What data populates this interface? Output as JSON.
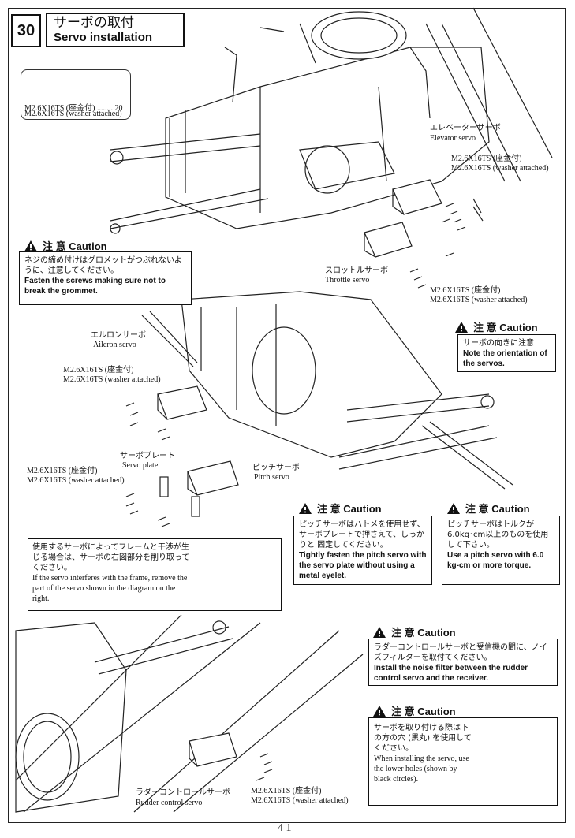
{
  "step": {
    "number": "30",
    "title_jp": "サーボの取付",
    "title_en": "Servo installation"
  },
  "parts": {
    "line1": "M2.6X16TS (座金付) ........ 20",
    "line2": "M2.6X16TS (washer attached)"
  },
  "labels": {
    "elevator_jp": "エレベーターサーボ",
    "elevator_en": "Elevator servo",
    "screw_elev_jp": "M2.6X16TS (座金付)",
    "screw_elev_en": "M2.6X16TS (washer attached)",
    "throttle_jp": "スロットルサーボ",
    "throttle_en": "Throttle servo",
    "screw_thr_jp": "M2.6X16TS (座金付)",
    "screw_thr_en": "M2.6X16TS (washer attached)",
    "aileron_jp": "エルロンサーボ",
    "aileron_en": "Aileron servo",
    "screw_ail_jp": "M2.6X16TS (座金付)",
    "screw_ail_en": "M2.6X16TS (washer attached)",
    "plate_jp": "サーボプレート",
    "plate_en": "Servo plate",
    "pitch_jp": "ピッチサーボ",
    "pitch_en": "Pitch servo",
    "screw_pitch_jp": "M2.6X16TS (座金付)",
    "screw_pitch_en": "M2.6X16TS (washer attached)",
    "rudder_jp": "ラダーコントロールサーボ",
    "rudder_en": "Rudder control servo",
    "screw_rud_jp": "M2.6X16TS (座金付)",
    "screw_rud_en": "M2.6X16TS (washer attached)"
  },
  "caution_heading": "注 意  Caution",
  "cautions": {
    "grommet": {
      "jp": "ネジの締め付けはグロメットがつぶれないように、注意してください。",
      "en": "Fasten the screws making sure not to break the grommet."
    },
    "orientation": {
      "jp": "サーボの向きに注意",
      "en": "Note the orientation of the servos."
    },
    "pitch_plate": {
      "jp": "ピッチサーボはハトメを使用せず、サーボプレートで押さえて、しっかりと 固定してください。",
      "en": "Tightly fasten the pitch servo with the servo plate without using a metal eyelet."
    },
    "torque": {
      "jp": "ピッチサーボはトルクが6.0kg･cm以上のものを使用して下さい。",
      "en": "Use a pitch servo with 6.0 kg-cm or more torque."
    },
    "noise": {
      "jp": "ラダーコントロールサーボと受信機の間に、ノイズフィルターを取付てください。",
      "en": "Install the noise filter between the rudder control servo and the receiver."
    },
    "lower_holes": {
      "jp": "サーボを取り付ける際は下の方の穴 (黒丸) を使用してください。",
      "en": "When installing the servo, use the lower holes (shown by black circles)."
    }
  },
  "interference": {
    "jp": "使用するサーボによってフレームと干渉が生じる場合は、サーボの右図部分を削り取ってください。",
    "en": "If the servo interferes with the frame, remove the part of the servo shown in the diagram on the right."
  },
  "page_number": "4 1"
}
